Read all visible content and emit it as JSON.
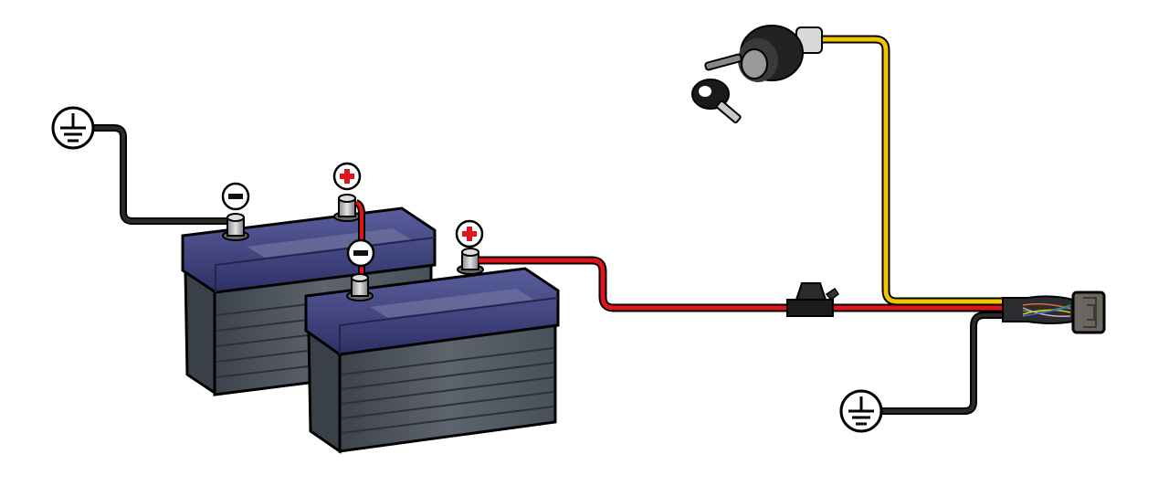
{
  "diagram": {
    "components": [
      {
        "id": "ground-1",
        "icon": "ground-icon"
      },
      {
        "id": "battery-1",
        "negative_symbol": "−",
        "positive_symbol": "+"
      },
      {
        "id": "battery-2",
        "negative_symbol": "−",
        "positive_symbol": "+"
      },
      {
        "id": "inline-fuse",
        "icon": "fuse-icon"
      },
      {
        "id": "ignition-key-switch",
        "icon": "key-switch-icon"
      },
      {
        "id": "harness-connector",
        "icon": "connector-icon"
      },
      {
        "id": "ground-2",
        "icon": "ground-icon"
      }
    ],
    "wire_colors": {
      "ground": "#111111",
      "positive": "#e0141b",
      "ignition": "#f2c400"
    },
    "colors": {
      "battery_lid": "#3a3d78",
      "battery_body": "#4f5660",
      "plus_sign": "#e0141b",
      "minus_sign": "#111111"
    }
  }
}
